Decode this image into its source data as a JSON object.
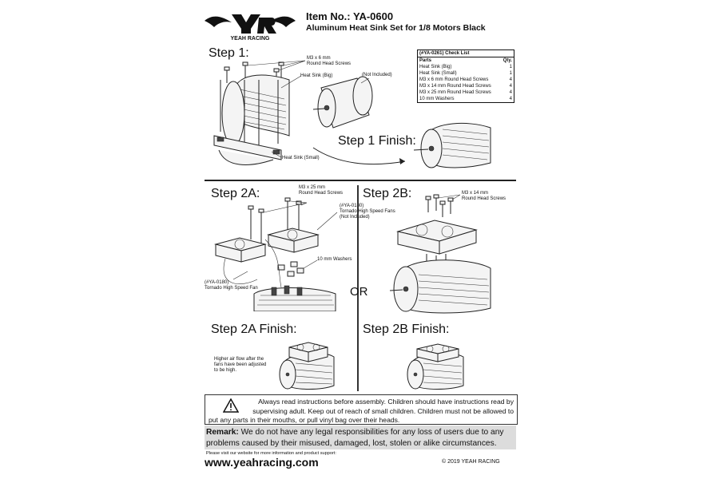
{
  "header": {
    "brand": "YEAH RACING",
    "item_no": "Item No.: YA-0600",
    "item_name": "Aluminum Heat Sink Set for 1/8 Motors Black"
  },
  "step1": {
    "title": "Step 1:",
    "labels": {
      "screws": "M3 x 6 mm\nRound Head Screws",
      "sink_big": "Heat Sink (Big)",
      "not_included": "(Not Included)",
      "sink_small": "Heat Sink (Small)"
    },
    "finish_title": "Step 1 Finish:"
  },
  "checklist": {
    "title": "(#YA-0261) Check List",
    "col_parts": "Parts",
    "col_qty": "Qty.",
    "rows": [
      {
        "part": "Heat Sink (Big)",
        "qty": "1"
      },
      {
        "part": "Heat Sink (Small)",
        "qty": "1"
      },
      {
        "part": "M3 x 6 mm Round Head Screws",
        "qty": "4"
      },
      {
        "part": "M3 x 14 mm Round Head Screws",
        "qty": "4"
      },
      {
        "part": "M3 x 25 mm Round Head Screws",
        "qty": "4"
      },
      {
        "part": "10 mm Washers",
        "qty": "4"
      }
    ]
  },
  "step2a": {
    "title": "Step 2A:",
    "screws": "M3 x 25 mm\nRound Head Screws",
    "fans": "(#YA-0180)\nTornado High Speed Fans\n(Not Included)",
    "washers": "10 mm Washers",
    "fan": "(#YA-0180)\nTornado High Speed Fan",
    "finish_title": "Step 2A Finish:",
    "note": "Higher air flow after the\nfans have been adjusted\nto be high."
  },
  "step2b": {
    "title": "Step 2B:",
    "screws": "M3 x 14 mm\nRound Head Screws",
    "finish_title": "Step 2B Finish:"
  },
  "or_label": "OR",
  "warning": {
    "line1": "Always read instructions before assembly. Children should have instructions read by",
    "line2": "supervising adult. Keep out of reach of small children. Children must not be allowed to",
    "line3": "put any parts in their mouths, or pull vinyl bag over their heads."
  },
  "remark": {
    "label": "Remark:",
    "text": "We do not have any legal responsibilities for any loss of users due to any problems caused by their misused, damaged, lost, stolen or alike circumstances."
  },
  "footer": {
    "visit": "Please visit our website for more information and product support:",
    "url": "www.yeahracing.com",
    "copyright": "© 2019 YEAH RACING"
  }
}
